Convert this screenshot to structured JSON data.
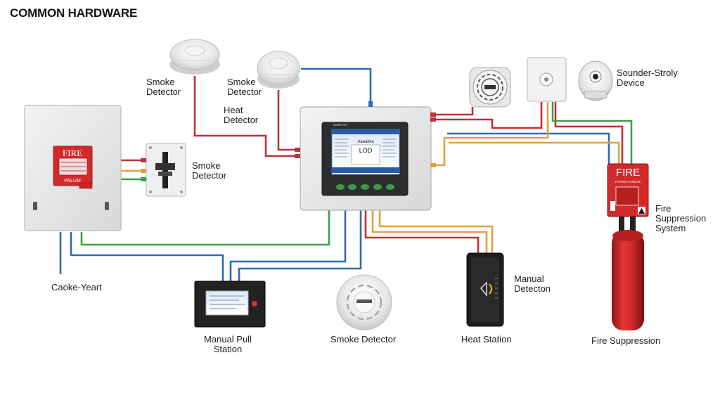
{
  "title": "COMMON HARDWARE",
  "colors": {
    "red_wire": "#c0303a",
    "blue_wire": "#2f68b8",
    "green_wire": "#3aa04a",
    "orange_wire": "#e0a040",
    "fire_red": "#d22a2a",
    "screen_blue": "#2a5aa8",
    "panel_gray": "#e8eaec"
  },
  "labels": {
    "smoke_detector_top_left": "Smoke\nDetector",
    "smoke_detector_top_mid": "Smoke\nDetector",
    "heat_detector": "Heat\nDetector",
    "smoke_detector_switch": "Smoke\nDetector",
    "sounder": "Sounder-Stroly\nDevice",
    "fire_suppression_system": "Fire Suppression\nSystem",
    "caoke_yeart": "Caoke-Yeart",
    "manual_pull_station": "Manual Pull\nStation",
    "smoke_detector_bottom": "Smoke Detector",
    "manual_detecton": "Manual\nDetecton",
    "heat_station": "Heat Station",
    "fire_suppression": "Fire Suppression"
  },
  "fire_panel": {
    "sign_text": "FIRE",
    "sub_text": "PALUM"
  },
  "control_panel": {
    "brand": "DIMRANT",
    "screen_heading": "Aaaakka",
    "screen_value": "LOD"
  },
  "suppression_unit": {
    "sign_text": "FIRE",
    "sub_text": "FOAMS HARDAE"
  },
  "icons": [
    "smoke-detector-icon",
    "heat-detector-icon",
    "speaker-grille-icon",
    "strobe-box-icon",
    "camera-sounder-icon",
    "switch-module-icon",
    "hazard-icon"
  ]
}
